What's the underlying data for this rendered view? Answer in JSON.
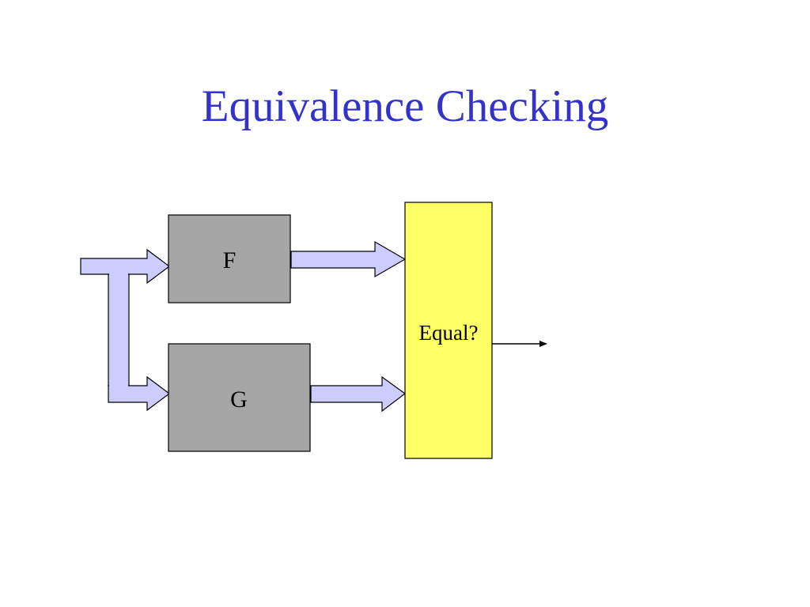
{
  "slide": {
    "title": "Equivalence Checking"
  },
  "diagram": {
    "box_f_label": "F",
    "box_g_label": "G",
    "comparator_label": "Equal?"
  },
  "colors": {
    "title": "#3333cc",
    "block_fill": "#a6a6a6",
    "comparator_fill": "#ffff66",
    "arrow_fill": "#ccccff",
    "stroke": "#000000"
  }
}
